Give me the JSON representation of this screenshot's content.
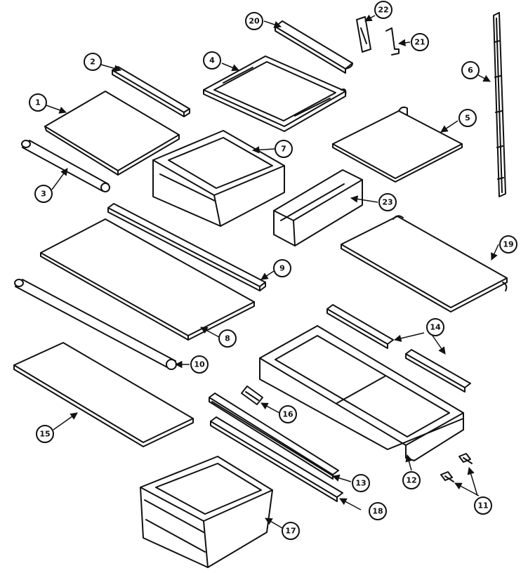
{
  "colors": {
    "ink": "#111111",
    "paper": "#ffffff",
    "shade": "#dddddd"
  },
  "callouts": {
    "c1": "1",
    "c2": "2",
    "c3": "3",
    "c4": "4",
    "c5": "5",
    "c6": "6",
    "c7": "7",
    "c8": "8",
    "c9": "9",
    "c10": "10",
    "c11": "11",
    "c12": "12",
    "c13": "13",
    "c14": "14",
    "c15": "15",
    "c16": "16",
    "c17": "17",
    "c18": "18",
    "c19": "19",
    "c20": "20",
    "c21": "21",
    "c22": "22",
    "c23": "23"
  }
}
